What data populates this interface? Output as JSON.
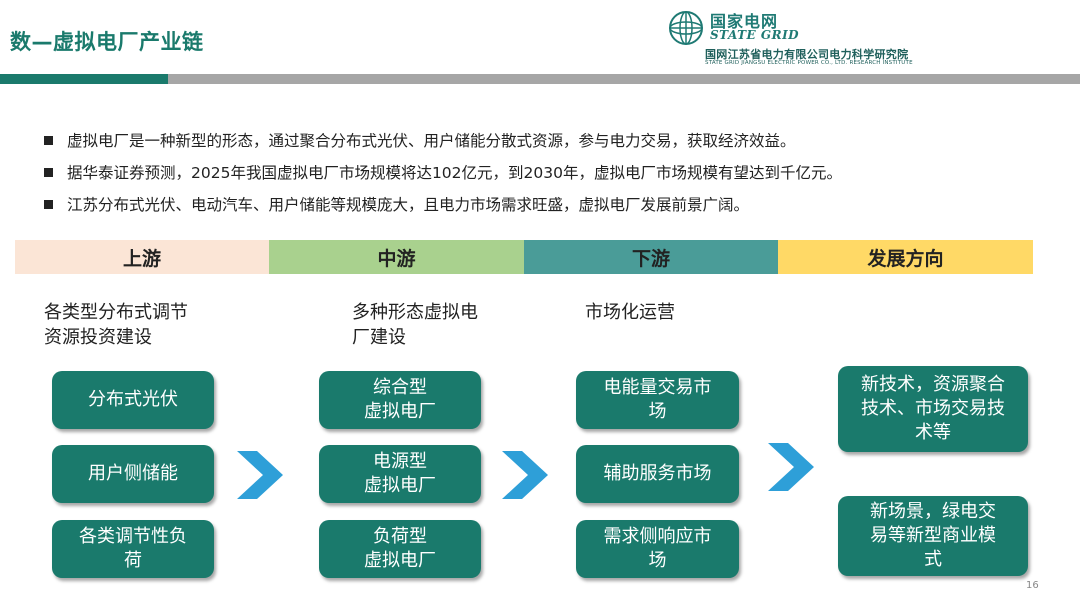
{
  "header": {
    "title": "数—虚拟电厂产业链",
    "brand_cn": "国家电网",
    "brand_en": "STATE GRID",
    "institute_cn": "国网江苏省电力有限公司电力科学研究院",
    "institute_en": "STATE GRID JIANGSU ELECTRIC POWER CO., LTD. RESEARCH INSTITUTE"
  },
  "colors": {
    "accent_green": "#1a7a6c",
    "upstream": "#fbe5d6",
    "midstream": "#a9d18e",
    "downstream": "#4a9c98",
    "direction": "#ffd966",
    "chevron": "#2e9fd8"
  },
  "bullets": [
    "虚拟电厂是一种新型的形态，通过聚合分布式光伏、用户储能分散式资源，参与电力交易，获取经济效益。",
    "据华泰证券预测，2025年我国虚拟电厂市场规模将达102亿元，到2030年，虚拟电厂市场规模有望达到千亿元。",
    "江苏分布式光伏、电动汽车、用户储能等规模庞大，且电力市场需求旺盛，虚拟电厂发展前景广阔。"
  ],
  "stages": [
    {
      "header": "上游",
      "desc_lines": [
        "各类型分布式调节",
        "资源投资建设"
      ],
      "boxes": [
        [
          "分布式光伏"
        ],
        [
          "用户侧储能"
        ],
        [
          "各类调节性负",
          "荷"
        ]
      ]
    },
    {
      "header": "中游",
      "desc_lines": [
        "多种形态虚拟电",
        "厂建设"
      ],
      "boxes": [
        [
          "综合型",
          "虚拟电厂"
        ],
        [
          "电源型",
          "虚拟电厂"
        ],
        [
          "负荷型",
          "虚拟电厂"
        ]
      ]
    },
    {
      "header": "下游",
      "desc_lines": [
        "市场化运营"
      ],
      "boxes": [
        [
          "电能量交易市",
          "场"
        ],
        [
          "辅助服务市场"
        ],
        [
          "需求侧响应市",
          "场"
        ]
      ]
    },
    {
      "header": "发展方向",
      "boxes": [
        [
          "新技术，资源聚合",
          "技术、市场交易技",
          "术等"
        ],
        [
          "新场景，绿电交",
          "易等新型商业模",
          "式"
        ]
      ]
    }
  ],
  "icons": [
    "state-grid-logo",
    "chevron-right-icon"
  ],
  "page_number": "16"
}
